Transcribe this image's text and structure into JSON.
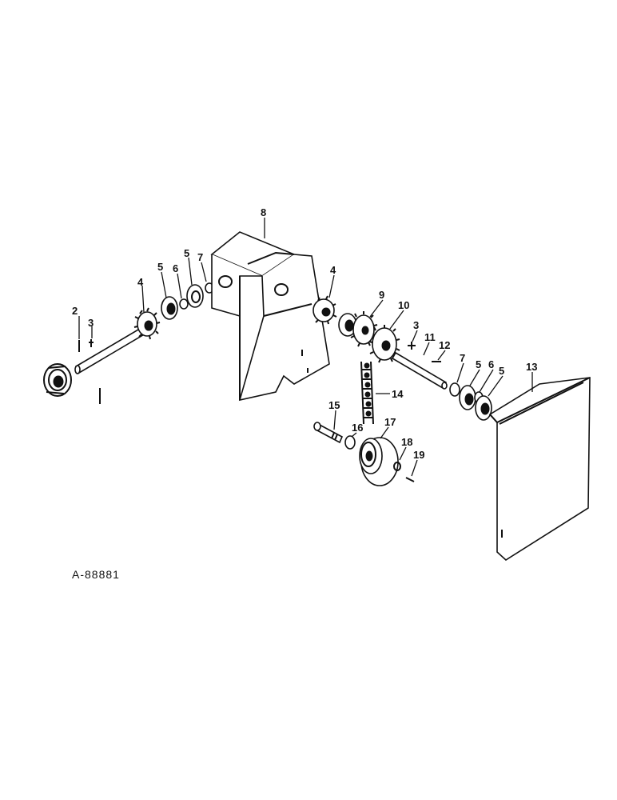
{
  "figure_code": "A-88881",
  "callouts": {
    "c2": "2",
    "c3a": "3",
    "c4a": "4",
    "c5a": "5",
    "c6a": "6",
    "c5b": "5",
    "c7a": "7",
    "c8": "8",
    "c4b": "4",
    "c9": "9",
    "c10": "10",
    "c3b": "3",
    "c11": "11",
    "c12": "12",
    "c7b": "7",
    "c5c": "5",
    "c6b": "6",
    "c5d": "5",
    "c13": "13",
    "c14": "14",
    "c15": "15",
    "c16": "16",
    "c17": "17",
    "c18": "18",
    "c19": "19"
  }
}
